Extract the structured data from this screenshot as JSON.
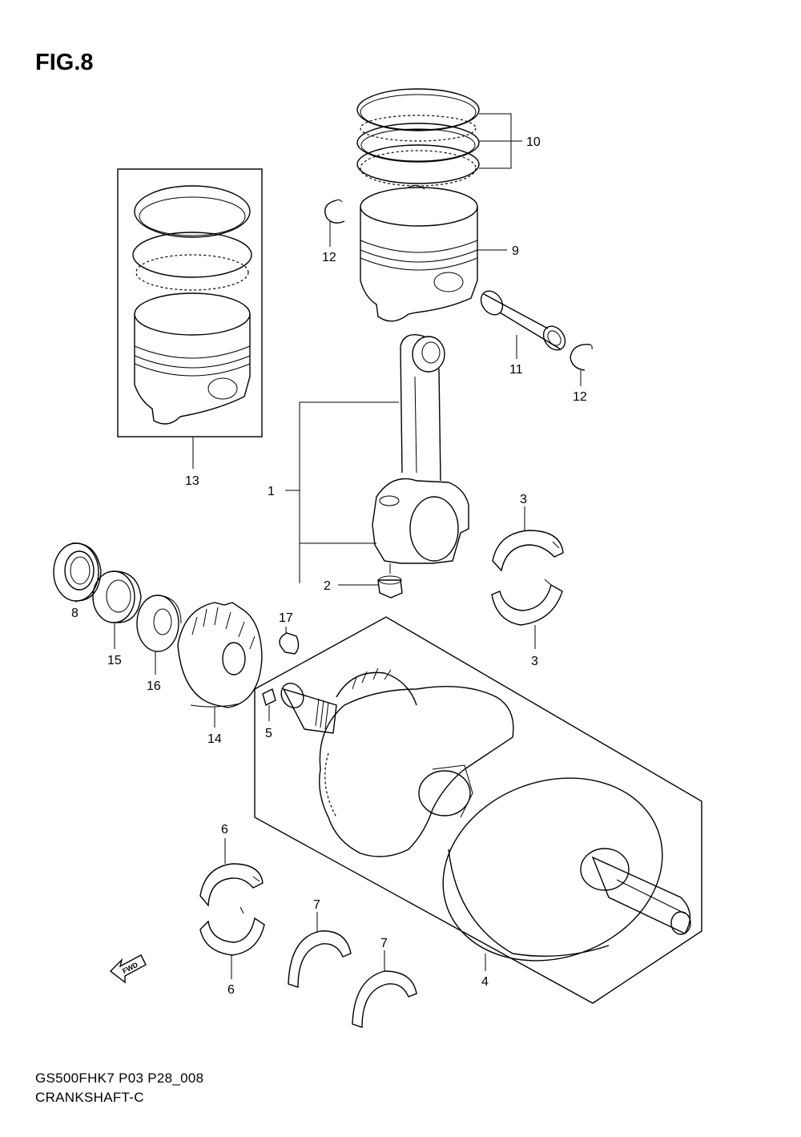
{
  "figure": {
    "title": "FIG.8",
    "code": "GS500FHK7 P03 P28_008",
    "name": "CRANKSHAFT-C",
    "fwd_label": "FWD"
  },
  "callouts": [
    {
      "id": "c1",
      "label": "1"
    },
    {
      "id": "c2",
      "label": "2"
    },
    {
      "id": "c3a",
      "label": "3"
    },
    {
      "id": "c3b",
      "label": "3"
    },
    {
      "id": "c4",
      "label": "4"
    },
    {
      "id": "c5",
      "label": "5"
    },
    {
      "id": "c6a",
      "label": "6"
    },
    {
      "id": "c6b",
      "label": "6"
    },
    {
      "id": "c7a",
      "label": "7"
    },
    {
      "id": "c7b",
      "label": "7"
    },
    {
      "id": "c8",
      "label": "8"
    },
    {
      "id": "c9",
      "label": "9"
    },
    {
      "id": "c10",
      "label": "10"
    },
    {
      "id": "c11",
      "label": "11"
    },
    {
      "id": "c12a",
      "label": "12"
    },
    {
      "id": "c12b",
      "label": "12"
    },
    {
      "id": "c13",
      "label": "13"
    },
    {
      "id": "c14",
      "label": "14"
    },
    {
      "id": "c15",
      "label": "15"
    },
    {
      "id": "c16",
      "label": "16"
    },
    {
      "id": "c17",
      "label": "17"
    }
  ]
}
